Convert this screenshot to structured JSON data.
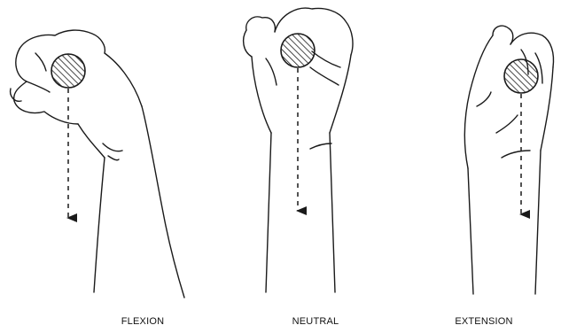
{
  "panels": [
    {
      "id": "flexion",
      "label": "FLEXION"
    },
    {
      "id": "neutral",
      "label": "NEUTRAL"
    },
    {
      "id": "extension",
      "label": "EXTENSION"
    }
  ],
  "colors": {
    "line": "#1a1a1a",
    "background": "#ffffff"
  }
}
